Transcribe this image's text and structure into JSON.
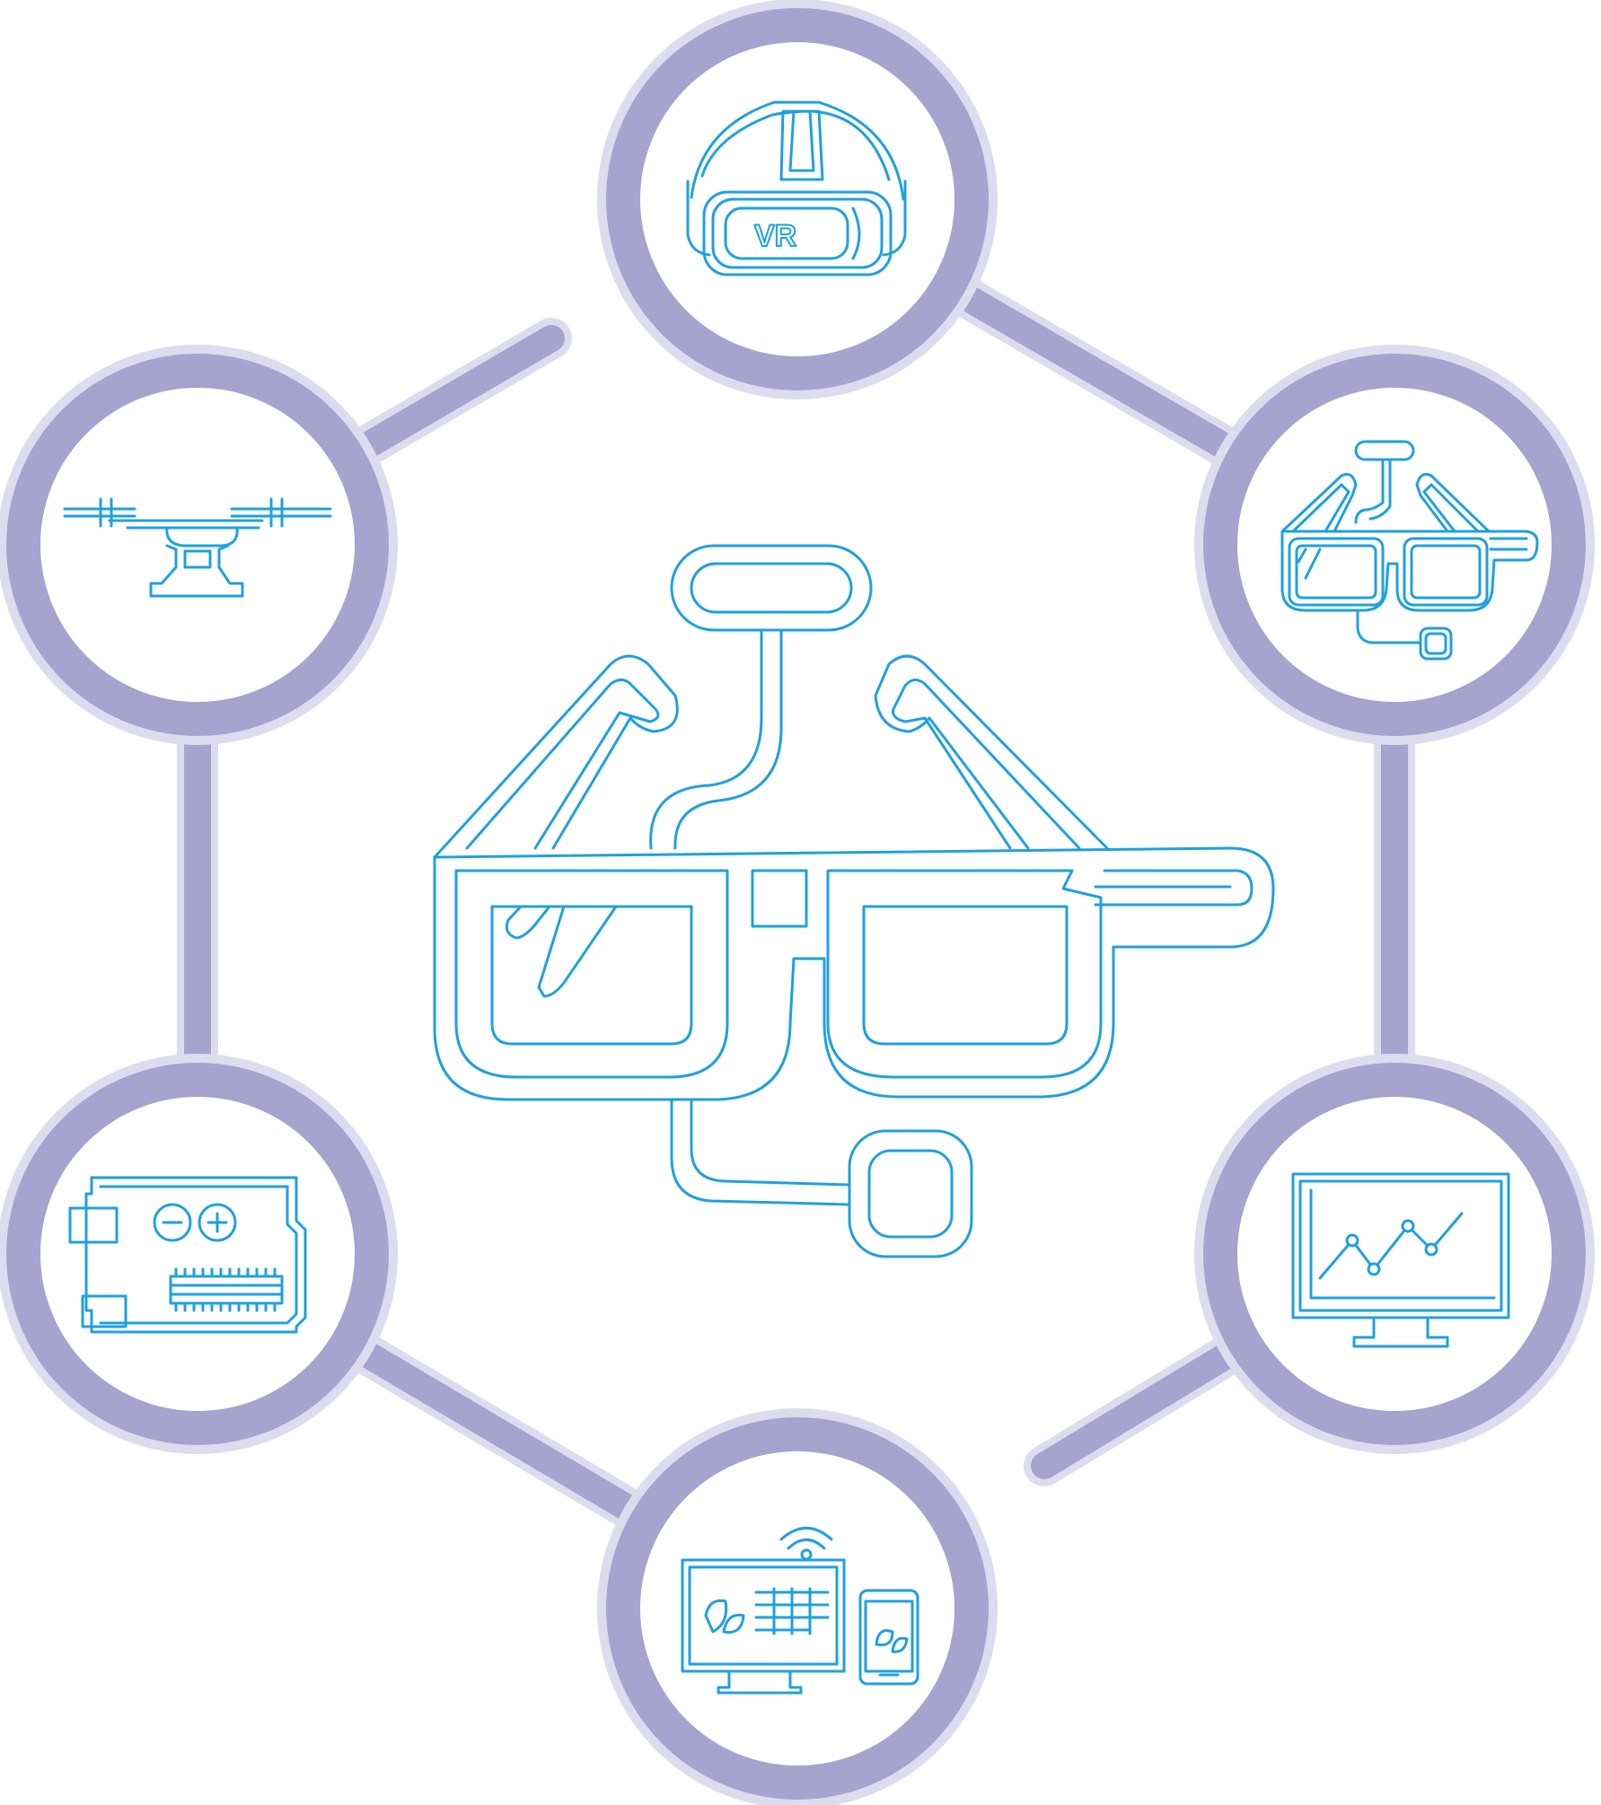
{
  "colors": {
    "ring": "#a6a3cf",
    "ring_halo": "#dddcee",
    "icon_stroke": "#1fa0e0",
    "background": "#ffffff"
  },
  "center": {
    "icon": "smart-glasses-icon"
  },
  "nodes": [
    {
      "id": "top",
      "icon": "vr-headset-icon",
      "label_text": "VR"
    },
    {
      "id": "upper-right",
      "icon": "smart-glasses-small-icon"
    },
    {
      "id": "lower-right",
      "icon": "monitor-line-chart-icon"
    },
    {
      "id": "bottom",
      "icon": "iot-monitor-phone-icon"
    },
    {
      "id": "lower-left",
      "icon": "arduino-board-icon"
    },
    {
      "id": "upper-left",
      "icon": "drone-icon"
    }
  ]
}
